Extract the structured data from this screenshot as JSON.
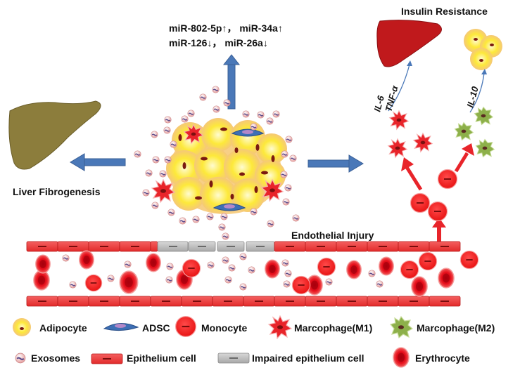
{
  "labels": {
    "insulin_resistance": "Insulin Resistance",
    "mirna_line1": "miR-802-5p↑， miR-34a↑",
    "mirna_line2": "miR-126↓， miR-26a↓",
    "liver_fibrogenesis": "Liver Fibrogenesis",
    "endothelial_injury": "Endothelial Injury",
    "il6": "IL-6",
    "tnf": "TNF-α",
    "il10": "IL-10"
  },
  "legend": [
    {
      "key": "adipocyte",
      "label": "Adipocyte"
    },
    {
      "key": "adsc",
      "label": "ADSC"
    },
    {
      "key": "monocyte",
      "label": "Monocyte"
    },
    {
      "key": "m1",
      "label": "Marcophage(M1)"
    },
    {
      "key": "m2",
      "label": "Marcophage(M2)"
    },
    {
      "key": "exosome",
      "label": "Exosomes"
    },
    {
      "key": "epithelium",
      "label": "Epithelium cell"
    },
    {
      "key": "impaired",
      "label": "Impaired epithelium cell"
    },
    {
      "key": "erythrocyte",
      "label": "Erythrocyte"
    }
  ],
  "colors": {
    "arrow_blue": "#4a78b8",
    "red": "#e8242a",
    "liver_red": "#c0191c",
    "liver_olive": "#8c7d3c",
    "adipocyte_yellow": "#fde93a",
    "adsc_blue": "#3d6fb5",
    "m2_green": "#8db04a",
    "impaired_gray": "#bdbdbd"
  }
}
